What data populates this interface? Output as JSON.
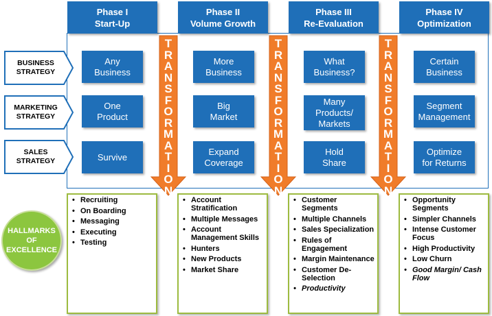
{
  "phases": [
    {
      "line1": "Phase I",
      "line2": "Start-Up"
    },
    {
      "line1": "Phase II",
      "line2": "Volume Growth"
    },
    {
      "line1": "Phase III",
      "line2": "Re-Evaluation"
    },
    {
      "line1": "Phase IV",
      "line2": "Optimization"
    }
  ],
  "row_labels": [
    "BUSINESS\nSTRATEGY",
    "MARKETING\nSTRATEGY",
    "SALES\nSTRATEGY"
  ],
  "grid": [
    [
      "Any\nBusiness",
      "More\nBusiness",
      "What\nBusiness?",
      "Certain\nBusiness"
    ],
    [
      "One\nProduct",
      "Big\nMarket",
      "Many\nProducts/\nMarkets",
      "Segment\nManagement"
    ],
    [
      "Survive",
      "Expand\nCoverage",
      "Hold\nShare",
      "Optimize\nfor Returns"
    ]
  ],
  "transformation_label": "TRANSFORMATION",
  "hallmarks_label": "HALLMARKS\nOF\nEXCELLENCE",
  "hallmarks": [
    [
      {
        "text": "Recruiting",
        "italic": false
      },
      {
        "text": "On Boarding",
        "italic": false
      },
      {
        "text": "Messaging",
        "italic": false
      },
      {
        "text": "Executing",
        "italic": false
      },
      {
        "text": "Testing",
        "italic": false
      }
    ],
    [
      {
        "text": "Account Stratification",
        "italic": false
      },
      {
        "text": "Multiple Messages",
        "italic": false
      },
      {
        "text": "Account Management Skills",
        "italic": false
      },
      {
        "text": "Hunters",
        "italic": false
      },
      {
        "text": "New Products",
        "italic": false
      },
      {
        "text": "Market Share",
        "italic": false
      }
    ],
    [
      {
        "text": "Customer Segments",
        "italic": false
      },
      {
        "text": "Multiple Channels",
        "italic": false
      },
      {
        "text": "Sales Specialization",
        "italic": false
      },
      {
        "text": "Rules of Engagement",
        "italic": false
      },
      {
        "text": "Margin Maintenance",
        "italic": false
      },
      {
        "text": "Customer De-Selection",
        "italic": false
      },
      {
        "text": "Productivity",
        "italic": true
      }
    ],
    [
      {
        "text": "Opportunity Segments",
        "italic": false
      },
      {
        "text": "Simpler Channels",
        "italic": false
      },
      {
        "text": "Intense Customer Focus",
        "italic": false
      },
      {
        "text": "High Productivity",
        "italic": false
      },
      {
        "text": "Low Churn",
        "italic": false
      },
      {
        "text": "Good Margin/ Cash Flow",
        "italic": true
      }
    ]
  ],
  "colors": {
    "blue": "#1f6fb8",
    "orange": "#f07c2a",
    "green_border": "#9dbb3f",
    "green_circle": "#8cc63f"
  }
}
